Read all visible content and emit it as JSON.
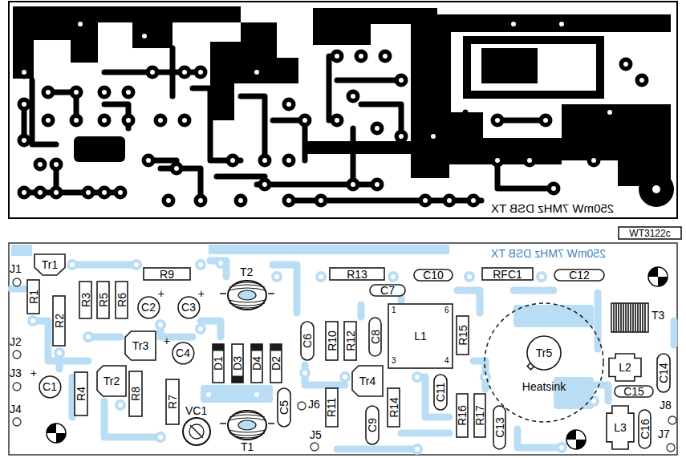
{
  "diagram": {
    "nodes": [
      {
        "text": [
          "WT3122c"
        ]
      },
      {
        "text": [
          "Tr1"
        ]
      },
      {
        "text": [
          "R9"
        ]
      },
      {
        "text": [
          "R13"
        ]
      },
      {
        "text": [
          "C10"
        ]
      },
      {
        "text": [
          "RFC1"
        ]
      },
      {
        "text": [
          "C12"
        ]
      },
      {
        "text": [
          "C7"
        ]
      },
      {
        "text": [
          "R1"
        ]
      },
      {
        "text": [
          "R2"
        ]
      },
      {
        "text": [
          "R3"
        ]
      },
      {
        "text": [
          "R5"
        ]
      },
      {
        "text": [
          "R6"
        ]
      },
      {
        "text": [
          "C2",
          "+"
        ]
      },
      {
        "text": [
          "C3",
          "+"
        ]
      },
      {
        "text": [
          "R10"
        ]
      },
      {
        "text": [
          "R12"
        ]
      },
      {
        "text": [
          "C8"
        ]
      },
      {
        "text": [
          "L1",
          "1",
          "6",
          "3",
          "4"
        ]
      },
      {
        "text": [
          "R15"
        ]
      },
      {
        "text": [
          "Heatsink"
        ]
      },
      {
        "text": [
          "Tr5"
        ],
        "in": 20
      },
      {
        "text": [
          "C6"
        ]
      },
      {
        "text": [
          "Tr3"
        ]
      },
      {
        "text": [
          "C4",
          "+"
        ]
      },
      {
        "text": [
          "D1"
        ]
      },
      {
        "text": [
          "D3"
        ]
      },
      {
        "text": [
          "D4"
        ]
      },
      {
        "text": [
          "D2"
        ]
      },
      {
        "text": [
          "L2"
        ]
      },
      {
        "text": [
          "C14"
        ]
      },
      {
        "text": [
          "C1",
          "+"
        ]
      },
      {
        "text": [
          "Tr2"
        ]
      },
      {
        "text": [
          "R4"
        ]
      },
      {
        "text": [
          "R8"
        ]
      },
      {
        "text": [
          "R7"
        ]
      },
      {
        "text": [
          "Tr4"
        ]
      },
      {
        "text": [
          "C11"
        ]
      },
      {
        "text": [
          "C15"
        ]
      },
      {
        "text": [
          "C5"
        ]
      },
      {
        "text": [
          "R11"
        ]
      },
      {
        "text": [
          "R14"
        ]
      },
      {
        "text": [
          "R16"
        ]
      },
      {
        "text": [
          "R17"
        ]
      },
      {
        "text": [
          "C9"
        ]
      },
      {
        "text": [
          "C13"
        ]
      },
      {
        "text": [
          "L3"
        ]
      },
      {
        "text": [
          "C16"
        ]
      }
    ],
    "labels": [
      "250mW 7MHz DSB TX",
      "J1",
      "J2",
      "J3",
      "J4",
      "T2",
      "T1",
      "VC1",
      "J6",
      "J5",
      "T3",
      "J8",
      "J7",
      "250mW 7MHz DSB TX"
    ]
  }
}
